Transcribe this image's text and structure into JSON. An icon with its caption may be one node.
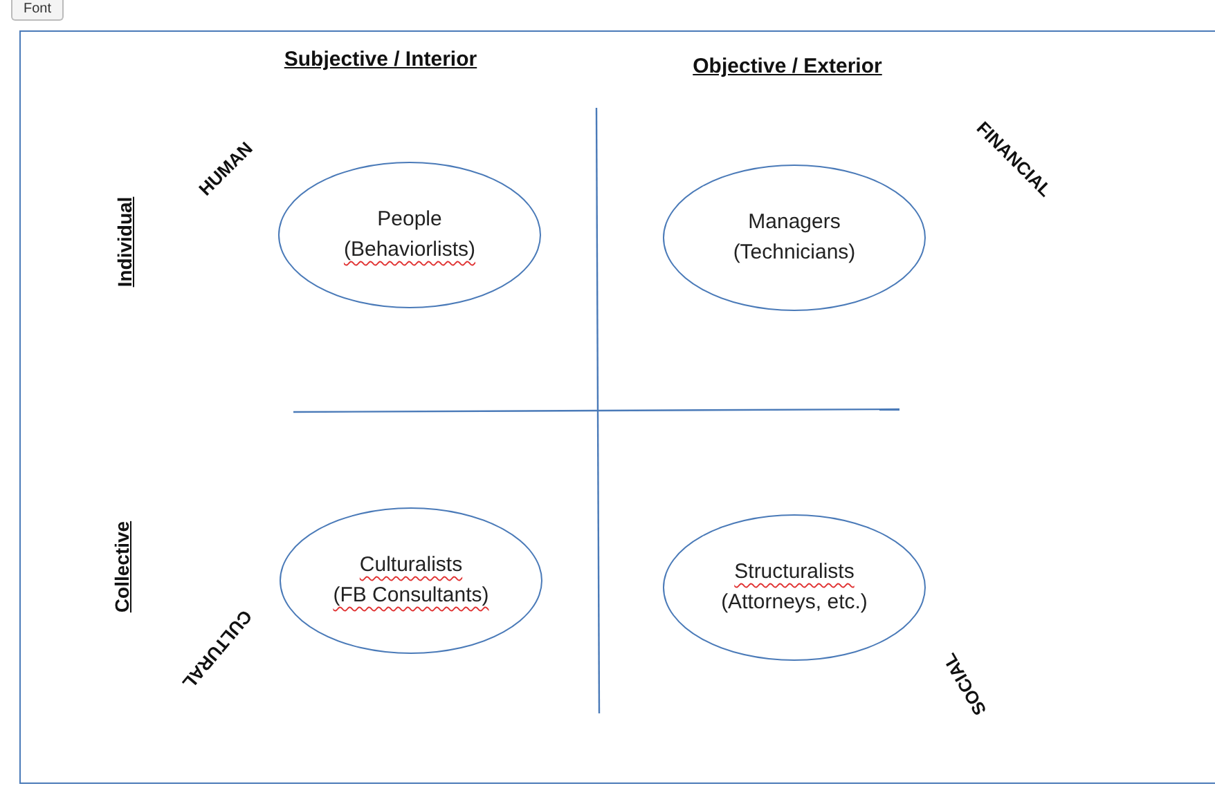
{
  "diagram": {
    "nodes": [
      {
        "text": [
          "People",
          "(Behaviorlists)"
        ]
      },
      {
        "text": [
          "Managers",
          "(Technicians)"
        ]
      },
      {
        "text": [
          "Culturalists",
          "(FB Consultants)"
        ]
      },
      {
        "text": [
          "Structuralists",
          "(Attorneys, etc.)"
        ]
      }
    ],
    "edges": [],
    "labels": [
      "Font",
      "Subjective / Interior",
      "Objective / Exterior",
      "HUMAN",
      "FINANCIAL",
      "Individual",
      "Collective",
      "CULTURAL",
      "SOCIAL"
    ]
  }
}
